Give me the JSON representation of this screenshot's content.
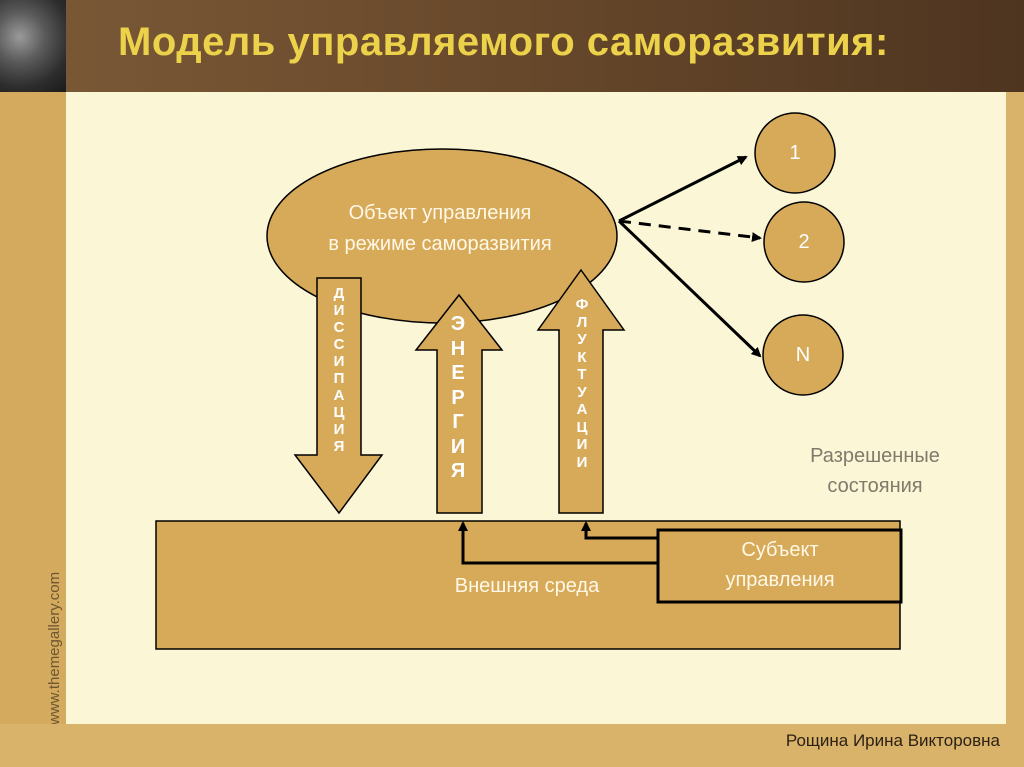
{
  "title": "Модель управляемого саморазвития:",
  "side_text": "www.themegallery.com",
  "footer": {
    "author": "Рощина Ирина Викторовна"
  },
  "colors": {
    "title_text": "#ecd24a",
    "shape_fill": "#d7aa5a",
    "panel_bg": "#fbf6d6",
    "header_bg": "#6a4a2c"
  },
  "diagram": {
    "object": {
      "line1": "Объект управления",
      "line2": "в режиме саморазвития"
    },
    "states": [
      "1",
      "2",
      "N"
    ],
    "allowed_states": {
      "line1": "Разрешенные",
      "line2": "состояния"
    },
    "arrows": {
      "dissipation": [
        "Д",
        "И",
        "С",
        "С",
        "И",
        "П",
        "А",
        "Ц",
        "И",
        "Я"
      ],
      "energy": [
        "Э",
        "Н",
        "Е",
        "Р",
        "Г",
        "И",
        "Я"
      ],
      "fluctuations": [
        "Ф",
        "Л",
        "У",
        "К",
        "Т",
        "У",
        "А",
        "Ц",
        "И",
        "И"
      ]
    },
    "environment": "Внешняя среда",
    "subject": {
      "line1": "Субъект",
      "line2": "управления"
    }
  }
}
